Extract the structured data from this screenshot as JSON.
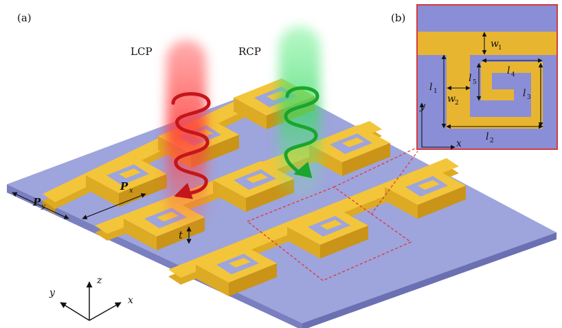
{
  "panel_labels": {
    "a": "(a)",
    "b": "(b)"
  },
  "beams": {
    "left": {
      "label": "LCP",
      "color": "#e03a35",
      "helix_color": "#c4151b"
    },
    "right": {
      "label": "RCP",
      "color": "#3fcf6a",
      "helix_color": "#1aa52c"
    }
  },
  "dims_3d": {
    "Px": "P",
    "Px_sub": "x",
    "Py": "P",
    "Py_sub": "y",
    "t": "t"
  },
  "axes": {
    "x": "x",
    "y": "y",
    "z": "z"
  },
  "inset": {
    "w1": "w",
    "w1_sub": "1",
    "w2": "w",
    "w2_sub": "2",
    "l1": "l",
    "l1_sub": "1",
    "l2": "l",
    "l2_sub": "2",
    "l3": "l",
    "l3_sub": "3",
    "l4": "l",
    "l4_sub": "4",
    "l5": "l",
    "l5_sub": "5",
    "x": "x",
    "y": "y"
  },
  "colors": {
    "gold": "#f3c53a",
    "gold_dark": "#c99418",
    "gold_side": "#ddaa24",
    "substrate": "#9ea4dc",
    "substrate_side": "#7a7fc0",
    "inset_bg": "#8a8ed6",
    "inset_border": "#d43a3a",
    "selection": "#e0343a"
  }
}
